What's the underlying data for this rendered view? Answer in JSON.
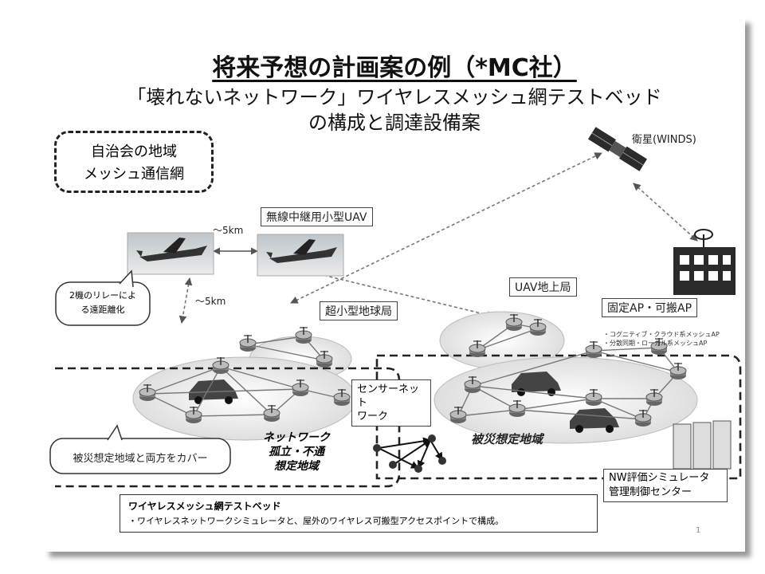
{
  "title": "将来予想の計画案の例（*MC社）",
  "subtitle_line1": "「壊れないネットワーク」ワイヤレスメッシュ網テストベッド",
  "subtitle_line2": "の構成と調達設備案",
  "local_mesh_label_1": "自治会の地域",
  "local_mesh_label_2": "メッシュ通信網",
  "satellite_label": "衛星(WINDS)",
  "uav_label": "無線中継用小型UAV",
  "distance_horizontal": "～5km",
  "distance_vertical": "～5km",
  "relay_note_1": "2機のリレーによ",
  "relay_note_2": "る遠距離化",
  "small_earth_station": "超小型地球局",
  "uav_ground_station": "UAV地上局",
  "fixed_ap": "固定AP・可搬AP",
  "cognitive_1": "・コグニティブ・クラウド系メッシュAP",
  "cognitive_2": "・分散同期・ローカル系メッシュAP",
  "sensor_network_1": "センサーネット",
  "sensor_network_2": "ワーク",
  "isolated_1": "ネットワーク",
  "isolated_2": "孤立・不通",
  "isolated_3": "想定地域",
  "disaster_area": "被災想定地域",
  "cover_both": "被災想定地域と両方をカバー",
  "center_1": "NW評価シミュレータ",
  "center_2": "管理制御センター",
  "testbed_title": "ワイヤレスメッシュ網テストベッド",
  "testbed_desc": "・ワイヤレスネットワークシミュレータと、屋外のワイヤレス可搬型アクセスポイントで構成。",
  "page_number": "1"
}
